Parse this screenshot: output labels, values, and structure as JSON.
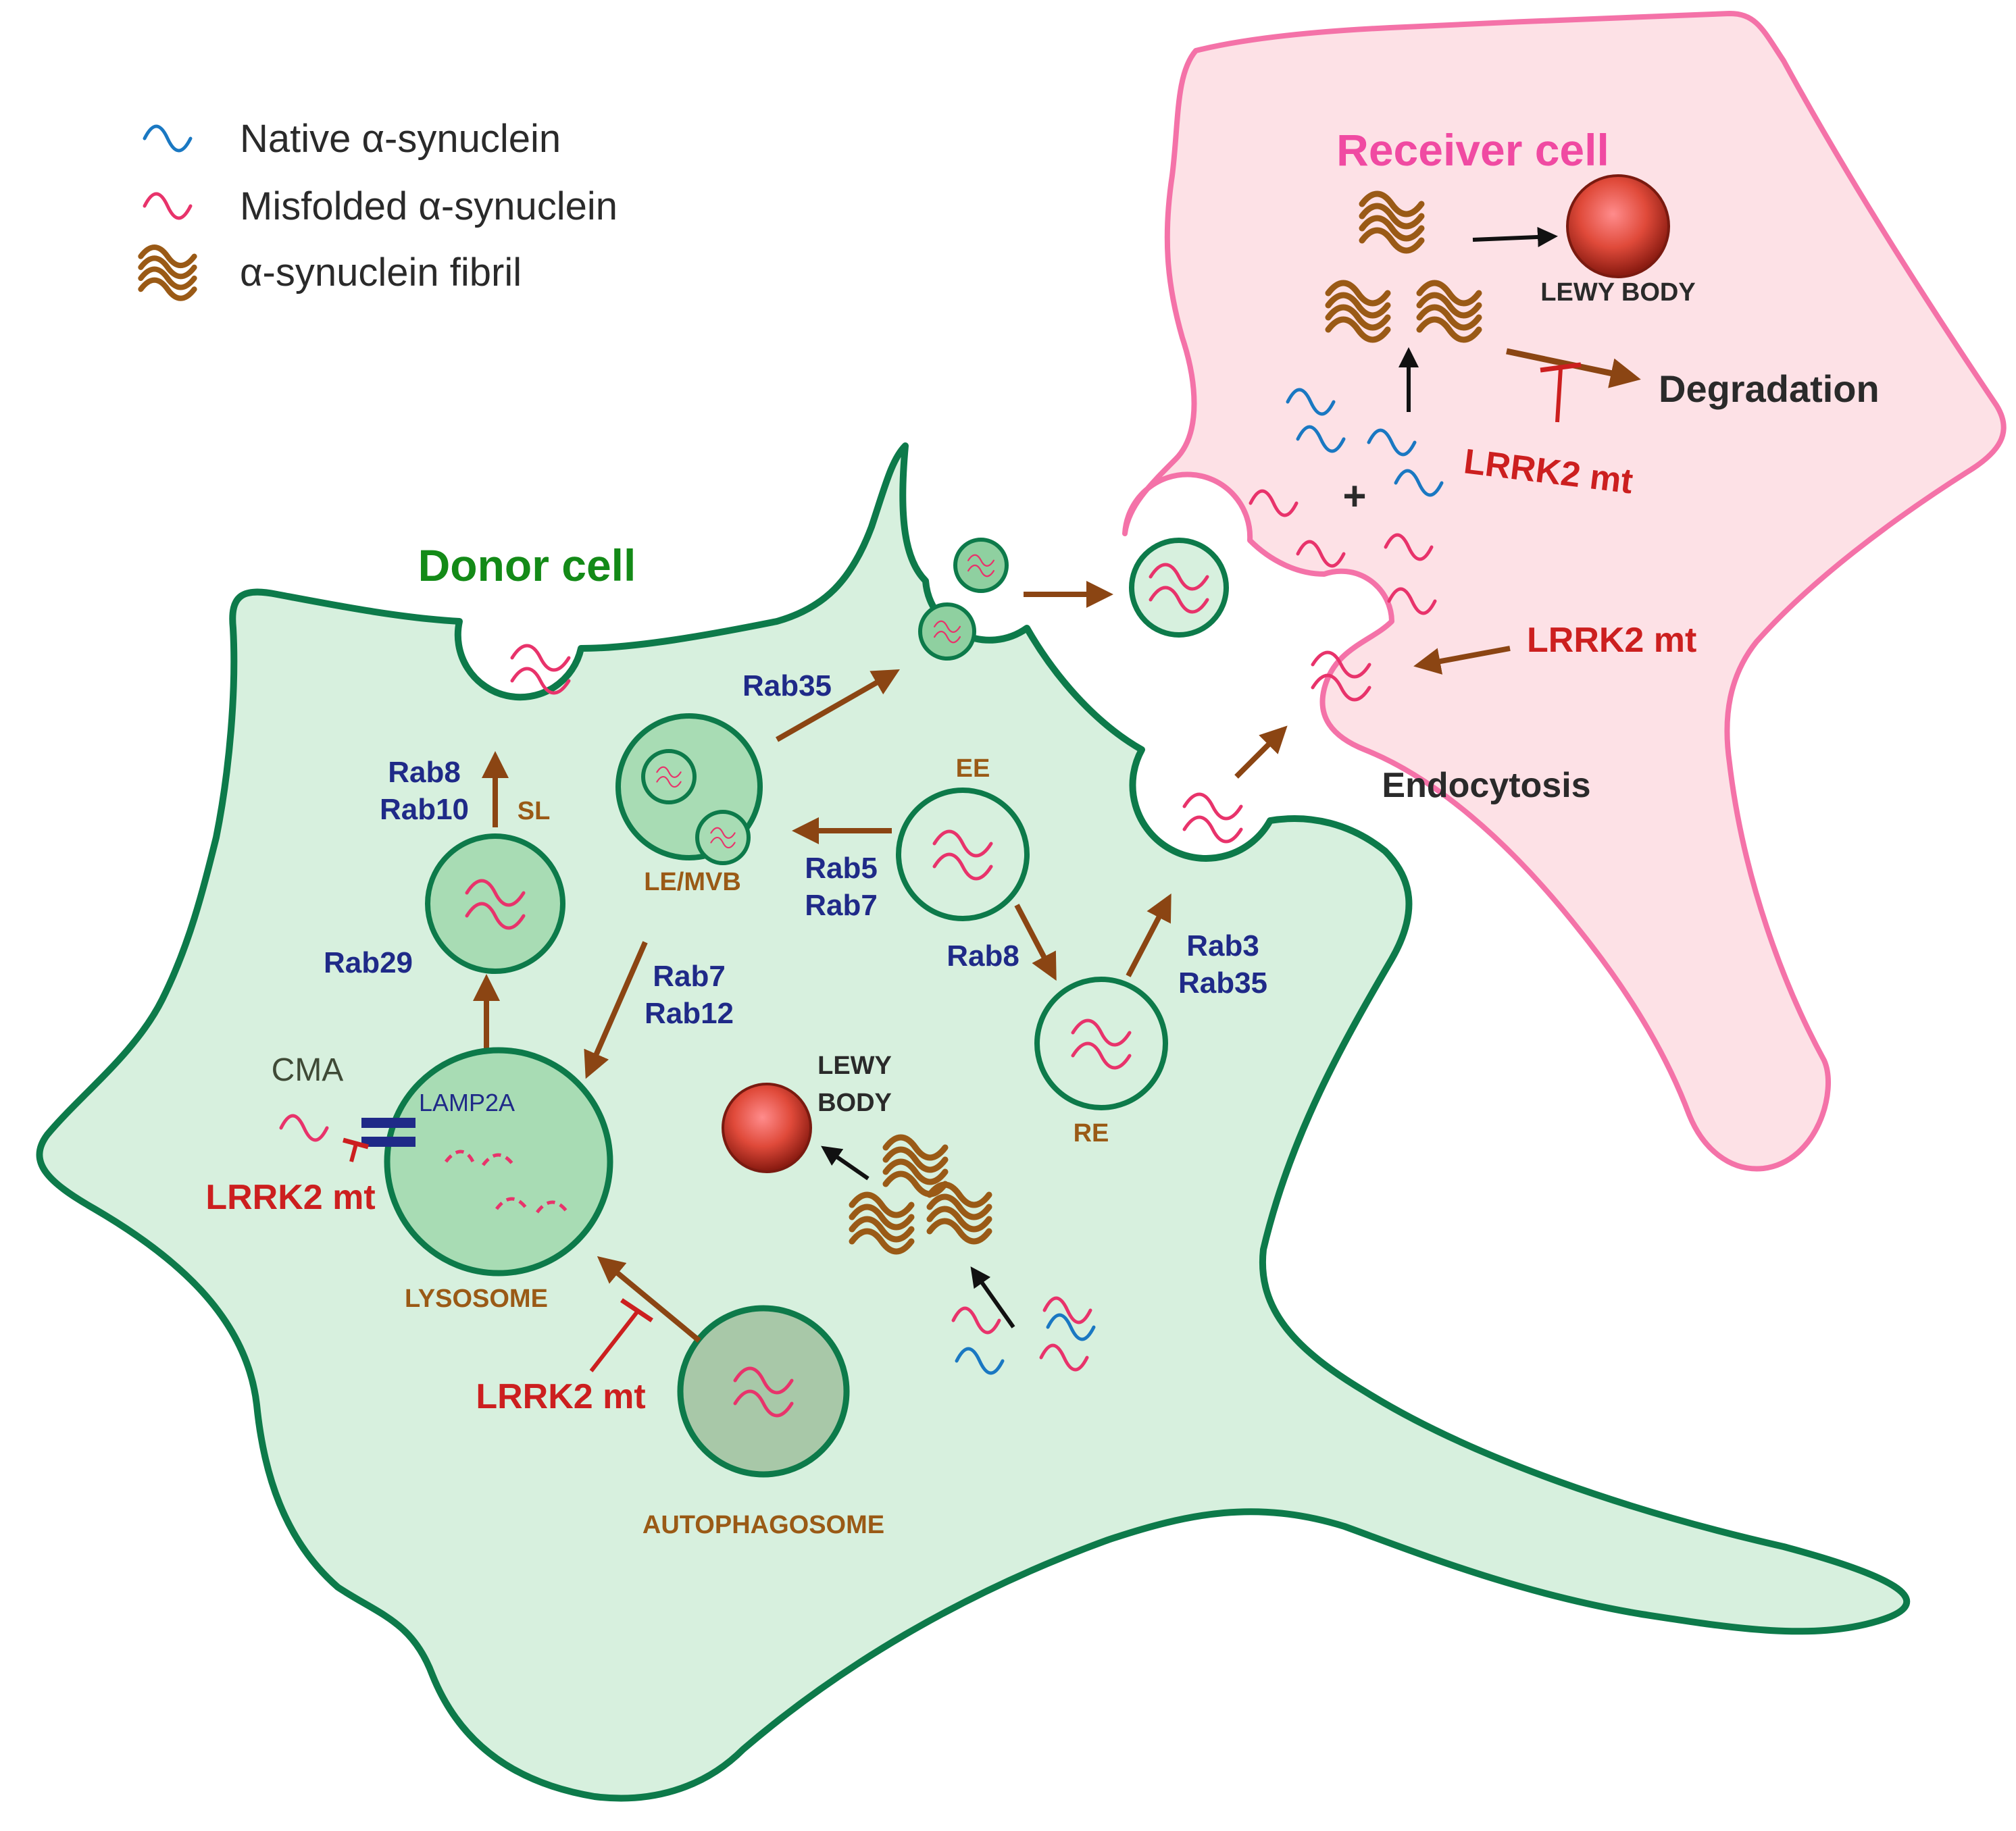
{
  "legend": {
    "native": "Native α-synuclein",
    "misfolded": "Misfolded α-synuclein",
    "fibril": "α-synuclein fibril"
  },
  "cells": {
    "receiver": "Receiver cell",
    "donor": "Donor cell"
  },
  "labels": {
    "lewy_body_receiver": "LEWY BODY",
    "degradation": "Degradation",
    "lrrk2_receiver_degradation": "LRRK2 mt",
    "lrrk2_receiver_endocytosis": "LRRK2 mt",
    "endocytosis": "Endocytosis",
    "rab35_top": "Rab35",
    "rab8_sl": "Rab8",
    "rab10_sl": "Rab10",
    "sl": "SL",
    "ee": "EE",
    "le_mvb": "LE/MVB",
    "rab5": "Rab5",
    "rab7_ee": "Rab7",
    "rab29": "Rab29",
    "rab7_lys": "Rab7",
    "rab12": "Rab12",
    "rab8_re": "Rab8",
    "rab3": "Rab3",
    "rab35_re": "Rab35",
    "re": "RE",
    "cma": "CMA",
    "lamp2a": "LAMP2A",
    "lrrk2_cma": "LRRK2 mt",
    "lysosome": "LYSOSOME",
    "lewy_donor_1": "LEWY",
    "lewy_donor_2": "BODY",
    "lrrk2_autophagy": "LRRK2 mt",
    "autophagosome": "AUTOPHAGOSOME",
    "plus": "+"
  },
  "colors": {
    "native": "#1a78c2",
    "misfolded": "#e8336b",
    "fibril": "#9a5a16",
    "donor_fill": "#d7f0de",
    "donor_stroke": "#0d7a4a",
    "receiver_fill": "#fde1e6",
    "receiver_stroke": "#f472a8",
    "inhibit": "#cc1f1f",
    "donor_title": "#138a17",
    "receiver_title": "#f04aa2"
  }
}
